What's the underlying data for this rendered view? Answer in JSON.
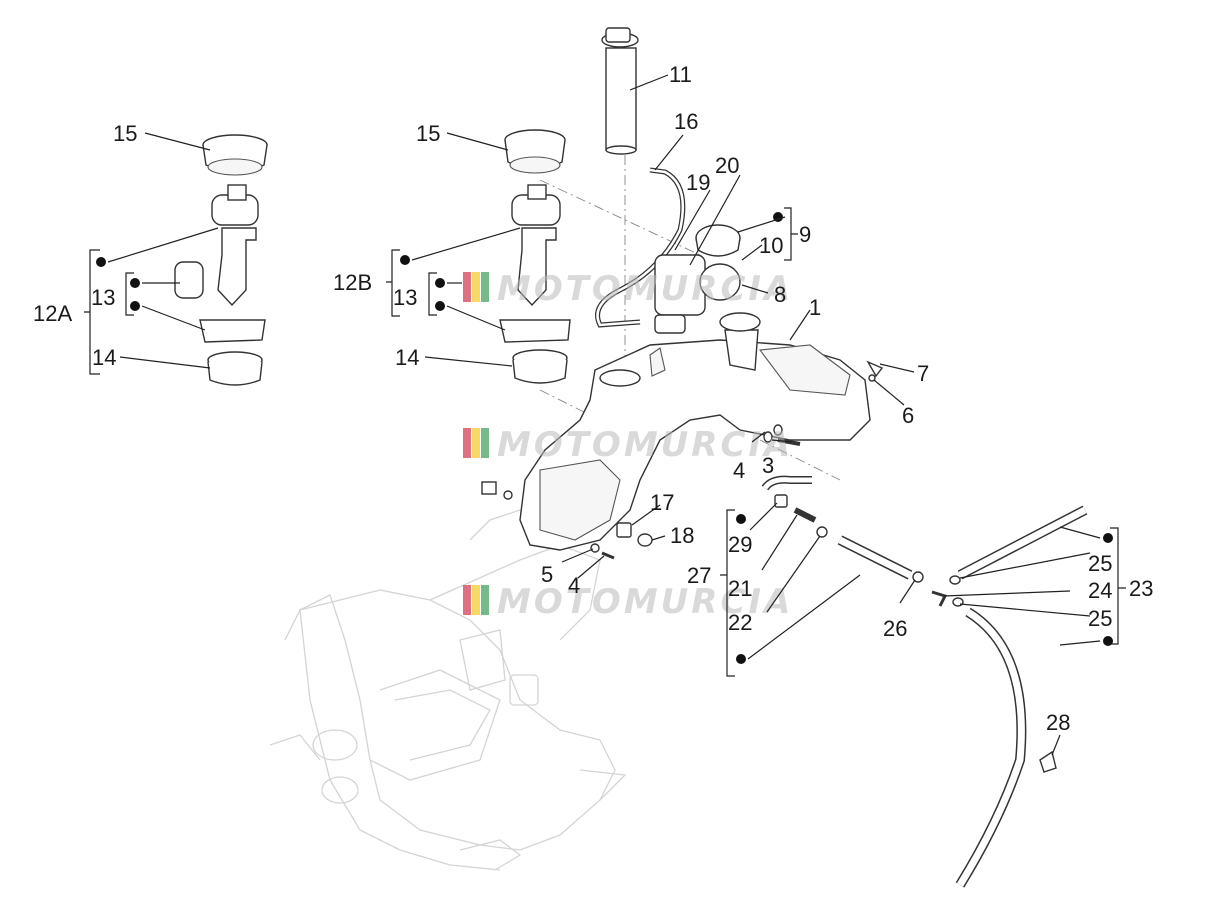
{
  "diagram": {
    "callouts": {
      "c1": "1",
      "c3": "3",
      "c4a": "4",
      "c4b": "4",
      "c5": "5",
      "c6": "6",
      "c7": "7",
      "c8": "8",
      "c9": "9",
      "c10": "10",
      "c11": "11",
      "c12A": "12A",
      "c12B": "12B",
      "c13a": "13",
      "c13b": "13",
      "c14a": "14",
      "c14b": "14",
      "c15a": "15",
      "c15b": "15",
      "c16": "16",
      "c17": "17",
      "c18": "18",
      "c19": "19",
      "c20": "20",
      "c21": "21",
      "c22": "22",
      "c23": "23",
      "c24": "24",
      "c25a": "25",
      "c25b": "25",
      "c26": "26",
      "c27": "27",
      "c28": "28",
      "c29": "29"
    },
    "watermark": "MOTOMURCIA",
    "watermark_colors": [
      "#c8102e",
      "#f2c200",
      "#1e8a3a"
    ]
  }
}
